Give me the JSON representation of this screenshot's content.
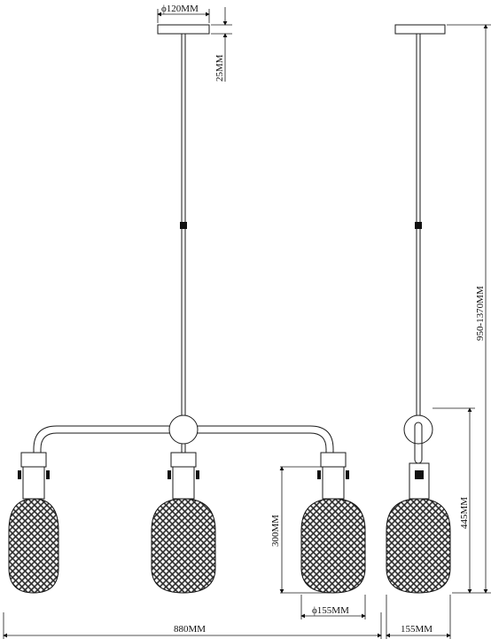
{
  "dimensions": {
    "canopy_diameter": "ϕ120MM",
    "canopy_height": "25MM",
    "total_drop": "950-1370MM",
    "body_height": "445MM",
    "shade_height": "300MM",
    "shade_diameter": "ϕ155MM",
    "total_width": "880MM",
    "side_width": "155MM"
  },
  "colors": {
    "line": "#1a1a1a",
    "mesh_fill": "#3a3a3a",
    "background": "#ffffff"
  },
  "views": [
    "front-view",
    "side-view"
  ]
}
